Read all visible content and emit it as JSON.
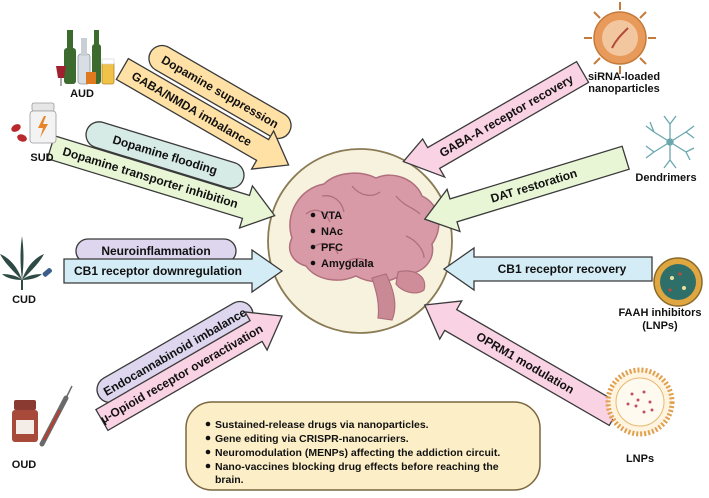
{
  "colors": {
    "arrow_orange": "#ffe1a6",
    "arrow_pink": "#f9d2e3",
    "arrow_green": "#e8f6d6",
    "arrow_blue": "#d4ecf6",
    "label_purple": "#ddd6ee",
    "label_teal": "#d6ebe6",
    "brain_circle": "#f7f2de",
    "brain": "#d79aa6",
    "box": "#fcefc7"
  },
  "disorders": {
    "aud": "AUD",
    "sud": "SUD",
    "cud": "CUD",
    "oud": "OUD"
  },
  "left_arrows": {
    "aud_a": "Dopamine suppression",
    "aud_b": "GABA/NMDA imbalance",
    "sud_a": "Dopamine flooding",
    "sud_b": "Dopamine transporter inhibition",
    "cud_a": "Neuroinflammation",
    "cud_b": "CB1 receptor downregulation",
    "oud_a": "Endocannabinoid imbalance",
    "oud_b": "μ-Opioid receptor overactivation"
  },
  "right_arrows": {
    "gaba": "GABA-A receptor recovery",
    "dat": "DAT restoration",
    "cb1": "CB1 receptor recovery",
    "oprm1": "OPRM1 modulation"
  },
  "carriers": {
    "sirna_line1": "siRNA-loaded",
    "sirna_line2": "nanoparticles",
    "dendrimers": "Dendrimers",
    "faah_line1": "FAAH inhibitors",
    "faah_line2": "(LNPs)",
    "lnps": "LNPs"
  },
  "brain_regions": [
    "VTA",
    "NAc",
    "PFC",
    "Amygdala"
  ],
  "strategies": [
    "Sustained-release drugs via nanoparticles.",
    "Gene editing via CRISPR-nanocarriers.",
    "Neuromodulation (MENPs) affecting the addiction circuit.",
    "Nano-vaccines blocking drug effects before reaching the",
    "brain."
  ],
  "icons": {
    "aud": "alcohol-bottles-icon",
    "sud": "pill-bottle-icon",
    "cud": "cannabis-leaf-icon",
    "oud": "vial-syringe-icon",
    "sirna": "virus-nanoparticle-icon",
    "dendrimer": "dendrimer-icon",
    "faah": "lipid-nanoparticle-icon",
    "lnp": "liposome-icon"
  }
}
